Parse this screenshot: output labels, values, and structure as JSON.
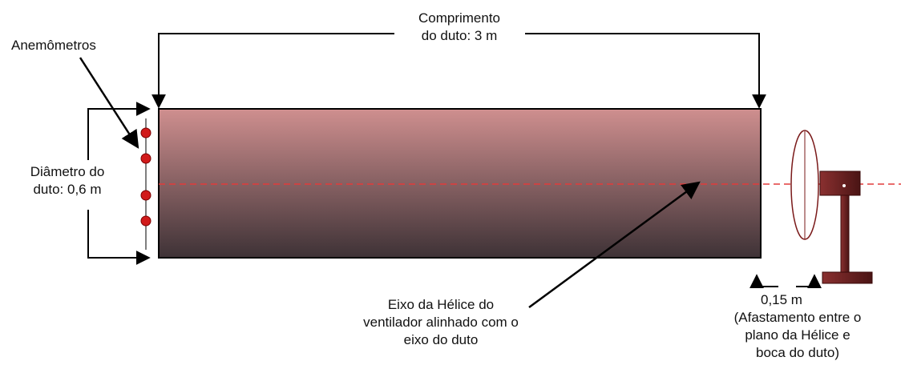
{
  "labels": {
    "length_line1": "Comprimento",
    "length_line2": "do duto: 3 m",
    "anemometers": "Anemômetros",
    "diameter_line1": "Diâmetro do",
    "diameter_line2": "duto: 0,6 m",
    "axis_line1": "Eixo da Hélice do",
    "axis_line2": "ventilador alinhado com o",
    "axis_line3": "eixo do duto",
    "gap_value": "0,15 m",
    "gap_line1": "(Afastamento  entre o",
    "gap_line2": "plano da Hélice e",
    "gap_line3": "boca do duto)"
  },
  "colors": {
    "duct_top": "#cf8f8f",
    "duct_bottom": "#3e3236",
    "axis_line": "#e23b3b",
    "anemometer": "#d11a1a",
    "fan_stand": "#6e2222"
  }
}
